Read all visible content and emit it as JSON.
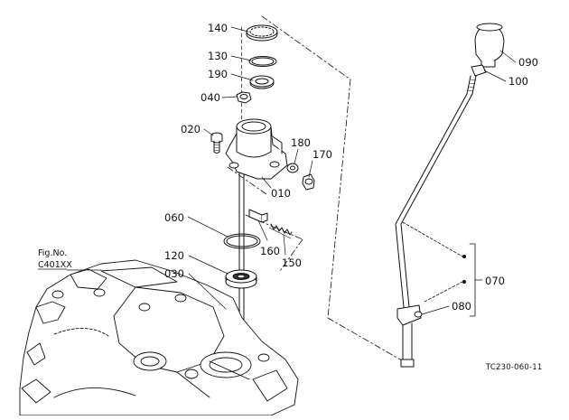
{
  "diagram": {
    "figure_ref": {
      "line1": "Fig.No.",
      "line2": "C401XX"
    },
    "image_code": "TC230-060-11",
    "labels": {
      "p140": "140",
      "p130": "130",
      "p190": "190",
      "p040": "040",
      "p020": "020",
      "p180": "180",
      "p170": "170",
      "p010": "010",
      "p060": "060",
      "p160": "160",
      "p150": "150",
      "p120": "120",
      "p030": "030",
      "p090": "090",
      "p100": "100",
      "p070": "070",
      "p080": "080"
    }
  }
}
